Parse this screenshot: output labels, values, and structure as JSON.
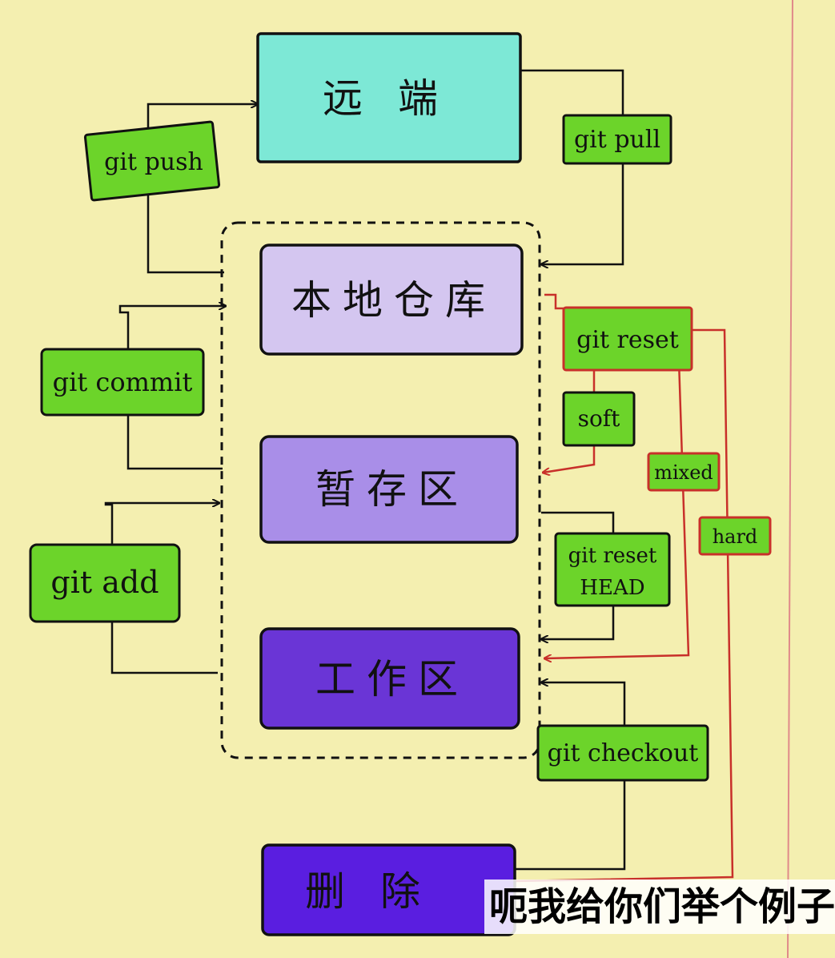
{
  "boxes": {
    "remote": "远 端",
    "local_repo": "本地仓库",
    "staging": "暂存区",
    "workspace": "工作区",
    "delete": "删 除"
  },
  "commands": {
    "push": "git push",
    "pull": "git pull",
    "commit": "git commit",
    "add": "git add",
    "reset": "git reset",
    "soft": "soft",
    "mixed": "mixed",
    "hard": "hard",
    "reset_head_line1": "git reset",
    "reset_head_line2": "HEAD",
    "checkout": "git checkout"
  },
  "caption": "呃我给你们举个例子",
  "colors": {
    "paper": "#f4efb0",
    "remote": "#7de8d6",
    "local_repo": "#d4c6f0",
    "staging": "#a98ee8",
    "workspace": "#6a35d6",
    "delete": "#5a1ee0",
    "command": "#6cd42a",
    "red_line": "#c8302a"
  }
}
